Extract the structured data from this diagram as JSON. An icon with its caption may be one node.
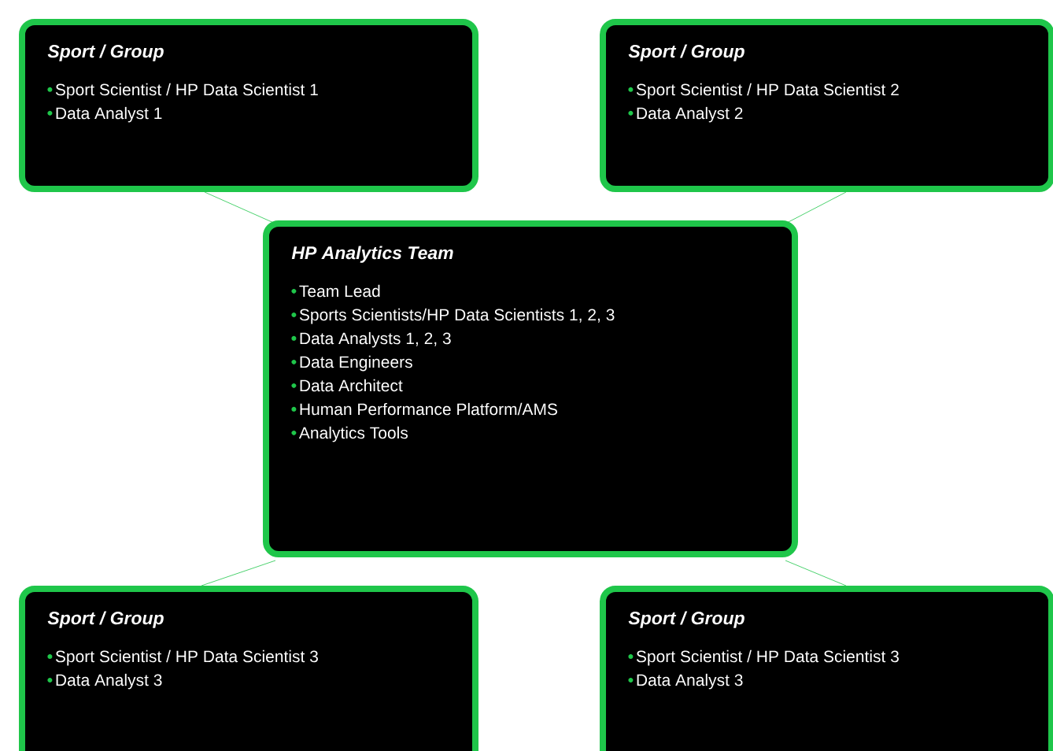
{
  "diagram": {
    "nodes": [
      {
        "text": [
          "Sport / Group",
          "Sport Scientist / HP Data Scientist 1",
          "Data Analyst 1"
        ]
      },
      {
        "text": [
          "Sport / Group",
          "Sport Scientist / HP Data Scientist 2",
          "Data Analyst 2"
        ]
      },
      {
        "text": [
          "HP Analytics Team",
          "Team Lead",
          "Sports Scientists/HP Data Scientists 1, 2, 3",
          "Data Analysts 1, 2, 3",
          "Data Engineers",
          "Data Architect",
          "Human Performance Platform/AMS",
          "Analytics Tools"
        ]
      },
      {
        "text": [
          "Sport / Group",
          "Sport Scientist / HP Data Scientist 3",
          "Data Analyst 3"
        ]
      },
      {
        "text": [
          "Sport / Group",
          "Sport Scientist / HP Data Scientist 3",
          "Data Analyst 3"
        ]
      }
    ],
    "edges": [
      {
        "from": 2,
        "to": 0,
        "arrow": "none"
      },
      {
        "from": 2,
        "to": 1,
        "arrow": "none"
      },
      {
        "from": 2,
        "to": 3,
        "arrow": "none"
      },
      {
        "from": 2,
        "to": 4,
        "arrow": "none"
      }
    ]
  }
}
